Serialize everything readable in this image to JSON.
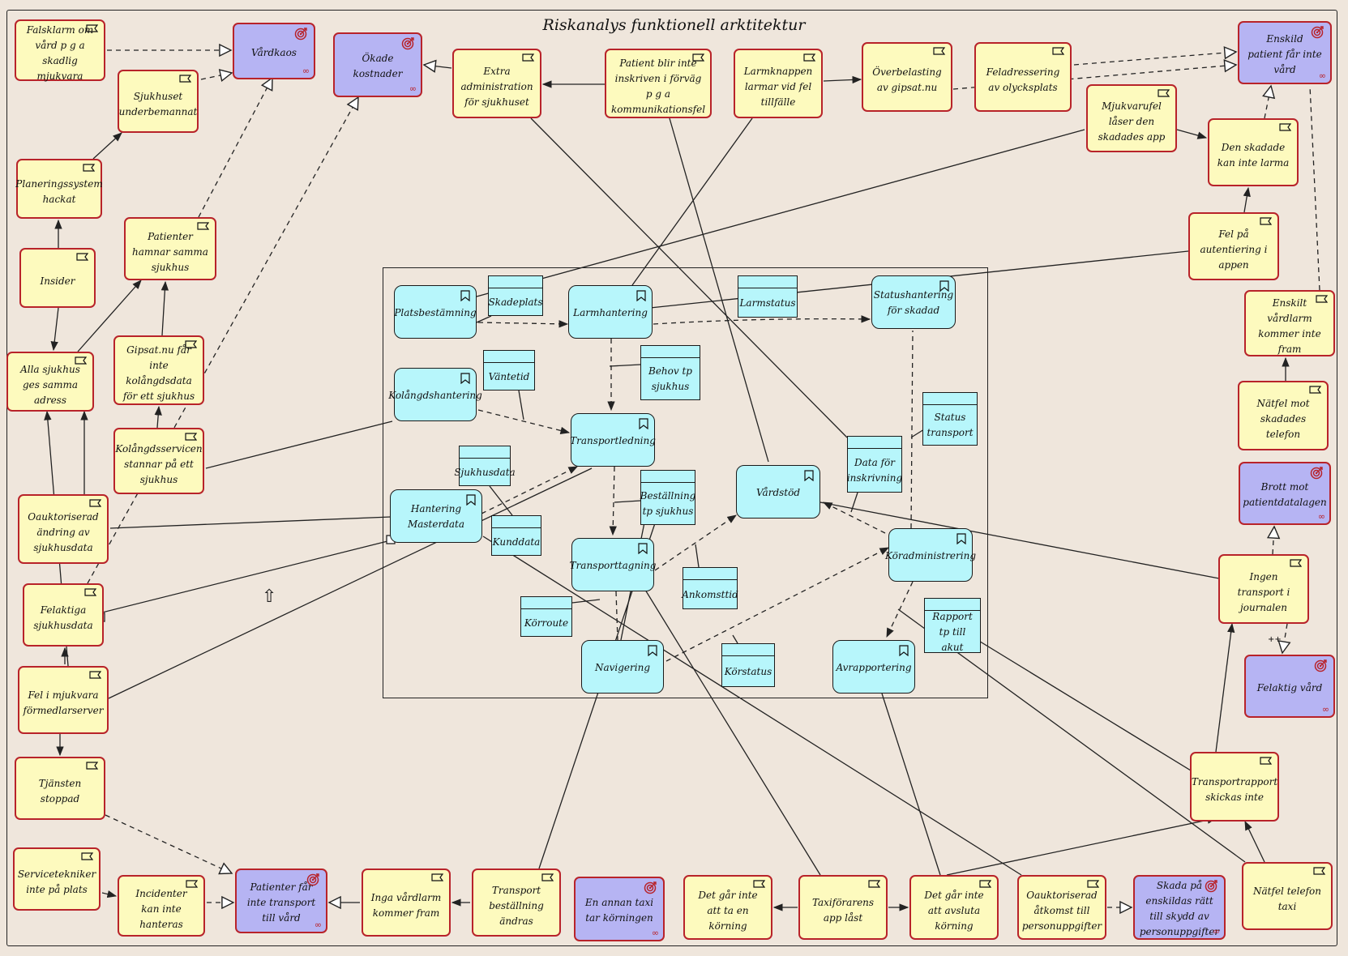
{
  "title": "Riskanalys funktionell arktitektur",
  "colors": {
    "background": "#efe6dc",
    "event_fill": "#fdfabe",
    "event_border": "#b8232a",
    "goal_fill": "#b6b4f3",
    "function_fill": "#b7f6fb",
    "line": "#222222"
  },
  "icons": {
    "event": "flag-icon",
    "goal": "target-icon",
    "function": "bookmark-icon"
  },
  "events": {
    "falsklarm": "Falsklarm om vård p g a skadlig mjukvara",
    "sjukhuset_underbemannat": "Sjukhuset underbemannat",
    "planeringssystem_hackat": "Planeringssystem hackat",
    "insider": "Insider",
    "patienter_hamnar": "Patienter hamnar samma sjukhus",
    "alla_sjukhus": "Alla sjukhus ges samma adress",
    "gipsat_far_inte": "Gipsat.nu får inte kolångdsdata för ett sjukhus",
    "kolangdsservicen": "Kolångdsservicen stannar på ett sjukhus",
    "oauktoriserad_andring": "Oauktoriserad ändring av sjukhusdata",
    "felaktiga_sjukhusdata": "Felaktiga sjukhusdata",
    "fel_i_mjukvara": "Fel i mjukvara förmedlarserver",
    "tjansten_stoppad": "Tjänsten stoppad",
    "servicetekniker": "Servicetekniker inte på plats",
    "incidenter": "Incidenter kan inte hanteras",
    "inga_vardlarm": "Inga vårdlarm kommer fram",
    "transport_bestallning": "Transport beställning ändras",
    "det_gar_inte_ta": "Det går inte att ta en körning",
    "taxiforarens_app": "Taxiförarens app låst",
    "det_gar_inte_avsluta": "Det går inte att avsluta körning",
    "oauktoriserad_atkomst": "Oauktoriserad åtkomst till personuppgifter",
    "natfel_taxi": "Nätfel telefon taxi",
    "transportrapport": "Transportrapport skickas inte",
    "ingen_transport": "Ingen transport i journalen",
    "natfel_skadades": "Nätfel mot skadades telefon",
    "enskilt_vardlarm": "Enskilt vårdlarm kommer inte fram",
    "fel_autentiering": "Fel på autentiering i appen",
    "den_skadade": "Den skadade kan inte larma",
    "mjukvarufel": "Mjukvarufel låser den skadades app",
    "feladressering": "Feladressering av olycksplats",
    "overbelastning": "Överbelasting av gipsat.nu",
    "larmknappen": "Larmknappen larmar vid fel tillfälle",
    "patient_blir_inte": "Patient blir inte inskriven i förväg p g a kommunikationsfel",
    "extra_admin": "Extra administration för sjukhuset"
  },
  "goals": {
    "vardkaos": "Vårdkaos",
    "okade_kostnader": "Ökade kostnader",
    "enskild_patient": "Enskild patient får inte vård",
    "brott_mot": "Brott mot patientdatalagen",
    "felaktig_vard": "Felaktig vård",
    "patienter_far_inte": "Patienter får inte transport till vård",
    "en_annan_taxi": "En annan taxi tar körningen",
    "skada_pa": "Skada på enskildas rätt till skydd av personuppgifter"
  },
  "functions": {
    "platsbestamning": "Platsbestämning",
    "larmhantering": "Larmhantering",
    "statushantering": "Statushantering för skadad",
    "kolangdshantering": "Kolångdshantering",
    "transportledning": "Transportledning",
    "hantering_masterdata": "Hantering Masterdata",
    "vardstod": "Vårdstöd",
    "transporttagning": "Transporttagning",
    "koradministrering": "Köradministrering",
    "navigering": "Navigering",
    "avrapportering": "Avrapportering"
  },
  "data_objects": {
    "skadeplats": "Skadeplats",
    "larmstatus": "Larmstatus",
    "vantetid": "Väntetid",
    "behov_tp": "Behov tp sjukhus",
    "status_transport": "Status transport",
    "data_for_inskrivning": "Data för inskrivning",
    "sjukhusdata": "Sjukhusdata",
    "bestallning_tp": "Beställning tp sjukhus",
    "kunddata": "Kunddata",
    "ankomsttid": "Ankomsttid",
    "korroute": "Körroute",
    "korstatus": "Körstatus",
    "rapport_tp": "Rapport tp till akut"
  },
  "annotations": {
    "plus_marker": "++"
  }
}
